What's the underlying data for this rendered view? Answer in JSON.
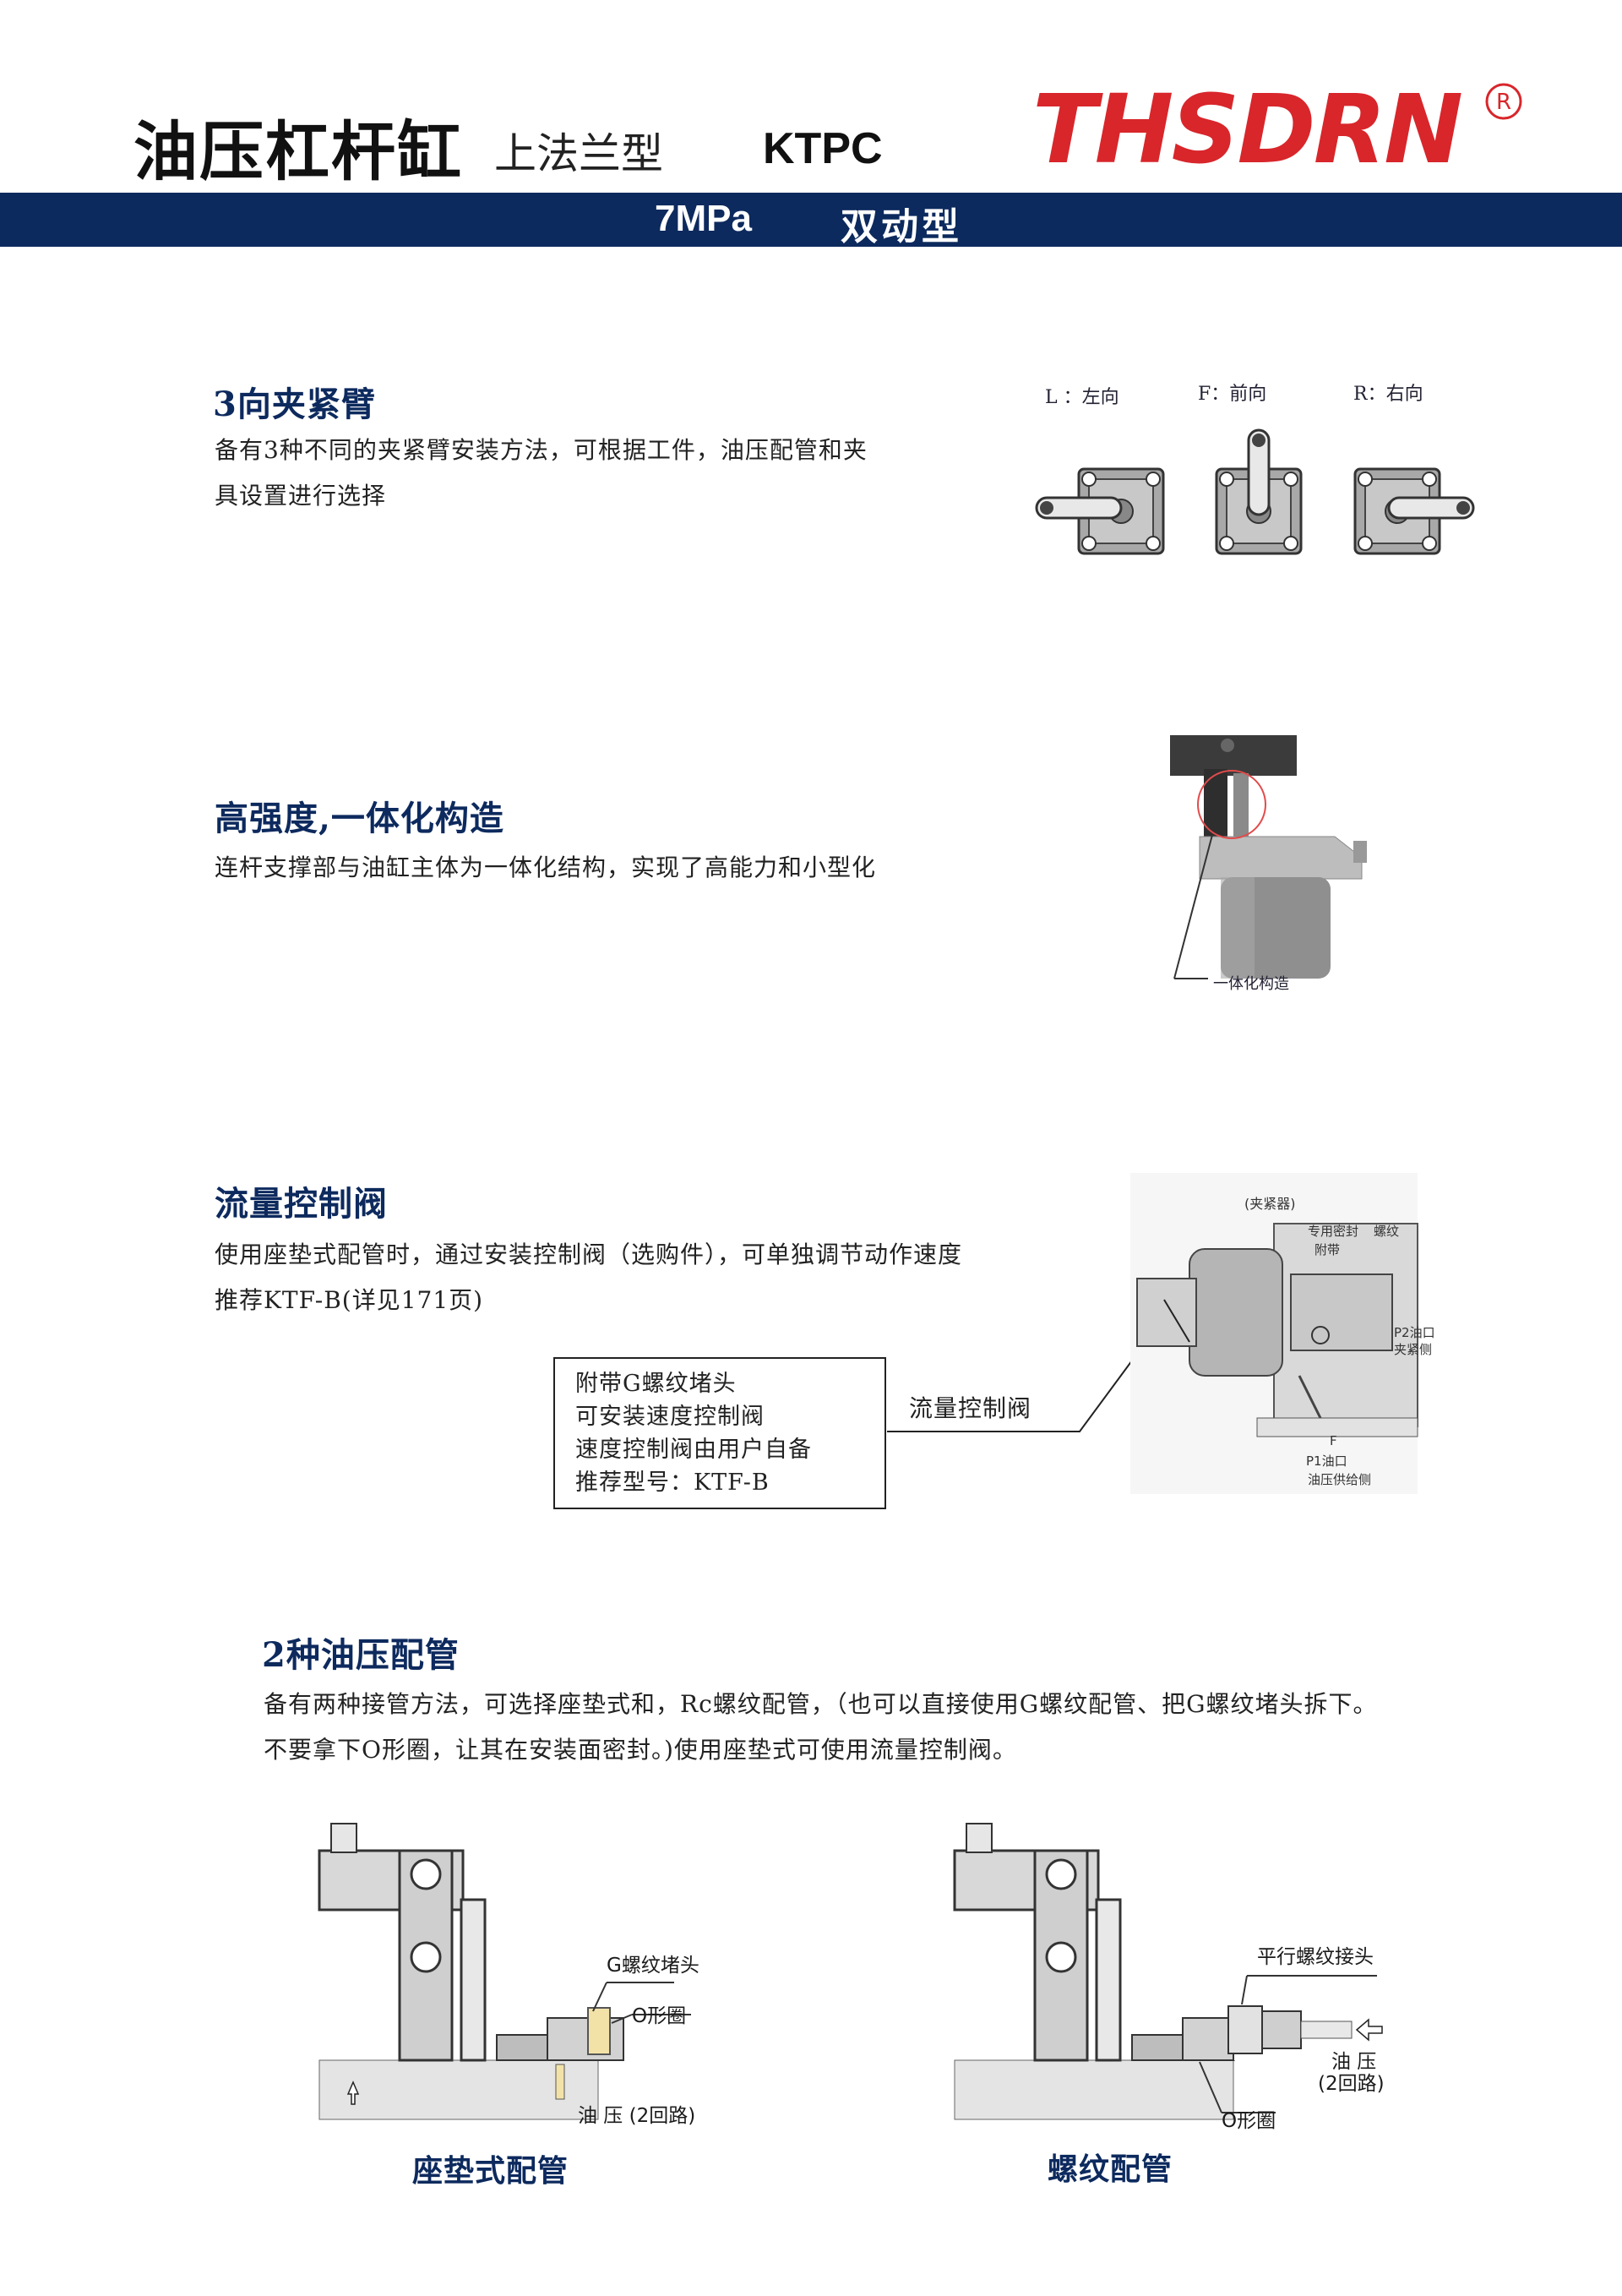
{
  "header": {
    "title": "油压杠杆缸",
    "subtitle": "上法兰型",
    "model": "KTPC",
    "logo_text": "THSDRN",
    "logo_mark": "R",
    "pressure": "7MPa",
    "type": "双动型",
    "colors": {
      "band": "#0d2a5e",
      "logo": "#d8262b"
    }
  },
  "section1": {
    "heading": "3向夹紧臂",
    "lines": [
      "备有3种不同的夹紧臂安装方法，可根据工件，油压配管和夹",
      "具设置进行选择"
    ],
    "labels": [
      "L ：左向",
      "F：前向",
      "R：右向"
    ]
  },
  "section2": {
    "heading": "高强度,一体化构造",
    "lines": [
      "连杆支撑部与油缸主体为一体化结构，实现了高能力和小型化"
    ],
    "callout": "一体化构造"
  },
  "section3": {
    "heading": "流量控制阀",
    "lines": [
      "使用座垫式配管时，通过安装控制阀（选购件），可单独调节动作速度",
      "推荐KTF-B(详见171页)"
    ],
    "box_lines": [
      "附带G螺纹堵头",
      "可安装速度控制阀",
      "速度控制阀由用户自备",
      "推荐型号：KTF-B"
    ],
    "pointer_label": "流量控制阀",
    "diagram_labels": {
      "clamp": "(夹紧器)",
      "seal1": "专用密封",
      "seal2": "附带",
      "thread": "螺纹",
      "p2a": "P2油口",
      "p2b": "夹紧侧",
      "f": "F",
      "p1a": "P1油口",
      "p1b": "油压供给侧"
    }
  },
  "section4": {
    "heading": "2种油压配管",
    "lines": [
      "备有两种接管方法，可选择座垫式和，Rc螺纹配管，（也可以直接使用G螺纹配管、把G螺纹堵头拆下。",
      "不要拿下O形圈，让其在安装面密封。)使用座垫式可使用流量控制阀。"
    ],
    "left": {
      "caption": "座垫式配管",
      "label_plug": "G螺纹堵头",
      "label_oring": "O形圈",
      "label_oil": "油 压 (2回路)"
    },
    "right": {
      "caption": "螺纹配管",
      "label_joint": "平行螺纹接头",
      "label_oil1": "油 压",
      "label_oil2": "(2回路)",
      "label_oring": "O形圈"
    }
  }
}
